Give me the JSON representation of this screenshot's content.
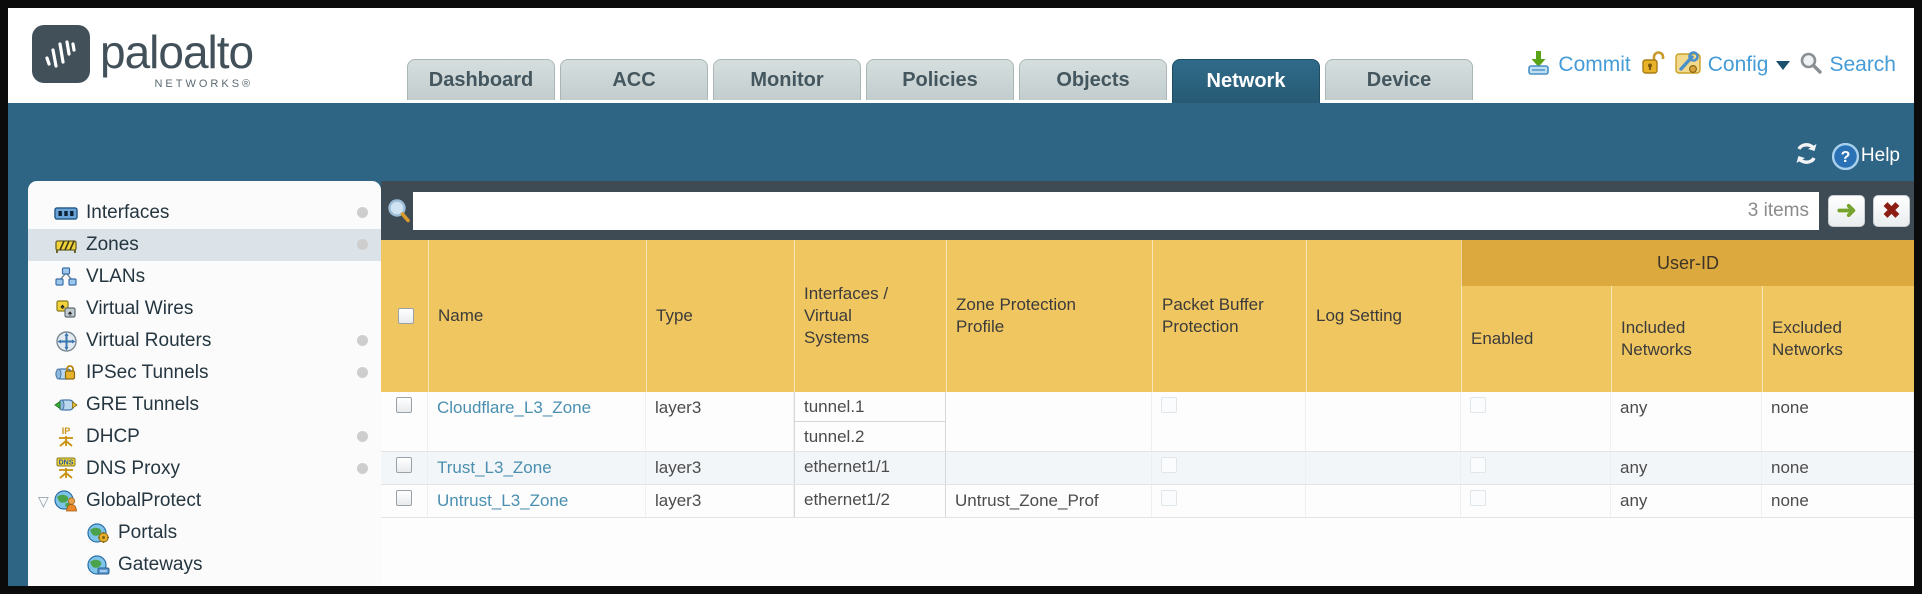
{
  "header": {
    "brand": "paloalto",
    "brand_sub": "NETWORKS®",
    "tabs": [
      {
        "label": "Dashboard",
        "active": false
      },
      {
        "label": "ACC",
        "active": false
      },
      {
        "label": "Monitor",
        "active": false
      },
      {
        "label": "Policies",
        "active": false
      },
      {
        "label": "Objects",
        "active": false
      },
      {
        "label": "Network",
        "active": true
      },
      {
        "label": "Device",
        "active": false
      }
    ],
    "actions": {
      "commit": "Commit",
      "config": "Config",
      "search": "Search"
    }
  },
  "topbar": {
    "help": "Help"
  },
  "sidebar": {
    "items": [
      {
        "label": "Interfaces",
        "dot": true
      },
      {
        "label": "Zones",
        "dot": true,
        "selected": true
      },
      {
        "label": "VLANs"
      },
      {
        "label": "Virtual Wires"
      },
      {
        "label": "Virtual Routers",
        "dot": true
      },
      {
        "label": "IPSec Tunnels",
        "dot": true
      },
      {
        "label": "GRE Tunnels"
      },
      {
        "label": "DHCP",
        "dot": true
      },
      {
        "label": "DNS Proxy",
        "dot": true
      },
      {
        "label": "GlobalProtect",
        "expanded": true
      },
      {
        "label": "Portals",
        "child": true
      },
      {
        "label": "Gateways",
        "child": true
      }
    ]
  },
  "search": {
    "count_label": "3 items"
  },
  "table": {
    "user_id_label": "User-ID",
    "columns": [
      "Name",
      "Type",
      "Interfaces / Virtual Systems",
      "Zone Protection Profile",
      "Packet Buffer Protection",
      "Log Setting",
      "Enabled",
      "Included Networks",
      "Excluded Networks"
    ],
    "columns_display": {
      "interfaces_line1": "Interfaces /",
      "interfaces_line2": "Virtual",
      "interfaces_line3": "Systems",
      "zone_prot_line1": "Zone Protection",
      "zone_prot_line2": "Profile",
      "packet_line1": "Packet Buffer",
      "packet_line2": "Protection",
      "included_line1": "Included",
      "included_line2": "Networks",
      "excluded_line1": "Excluded",
      "excluded_line2": "Networks"
    },
    "rows": [
      {
        "name": "Cloudflare_L3_Zone",
        "type": "layer3",
        "interfaces": [
          "tunnel.1",
          "tunnel.2"
        ],
        "zone_protection_profile": "",
        "log_setting": "",
        "included_networks": "any",
        "excluded_networks": "none"
      },
      {
        "name": "Trust_L3_Zone",
        "type": "layer3",
        "interfaces": [
          "ethernet1/1"
        ],
        "zone_protection_profile": "",
        "log_setting": "",
        "included_networks": "any",
        "excluded_networks": "none"
      },
      {
        "name": "Untrust_L3_Zone",
        "type": "layer3",
        "interfaces": [
          "ethernet1/2"
        ],
        "zone_protection_profile": "Untrust_Zone_Prof",
        "log_setting": "",
        "included_networks": "any",
        "excluded_networks": "none"
      }
    ]
  },
  "colors": {
    "teal_band": "#2e6484",
    "main_background": "#3e4a54",
    "table_header": "#f0c660",
    "user_id_band": "#dca93f",
    "link": "#4a8fb0",
    "action_link": "#459cd6"
  }
}
